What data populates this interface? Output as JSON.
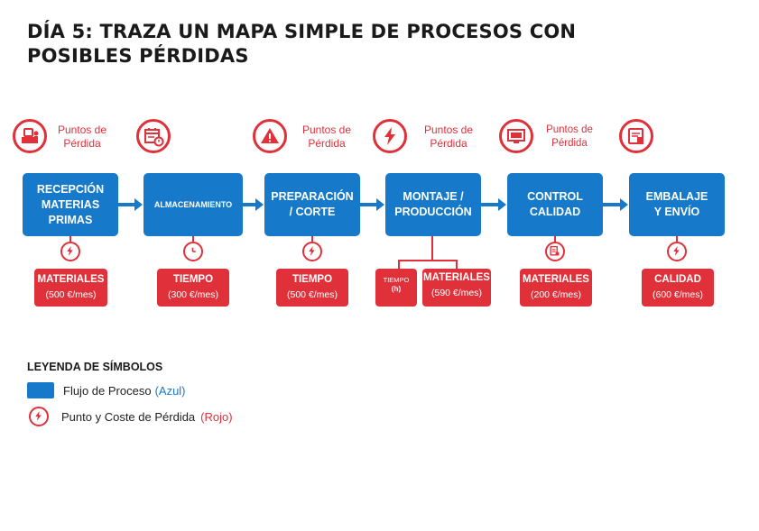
{
  "title": {
    "line1": "DÍA 5: TRAZA UN MAPA SIMPLE DE PROCESOS CON",
    "line2": "POSIBLES  PÉRDIDAS"
  },
  "loss_label": {
    "line1": "Puntos de",
    "line2": "Pérdida"
  },
  "top_icons": [
    "worker-at-desk-icon",
    "calendar-clock-icon",
    "warning-icon",
    "lightning-icon",
    "monitor-icon",
    "clipboard-icon"
  ],
  "steps": [
    {
      "label_lines": [
        "RECEPCIÓN",
        "MATERIAS",
        "PRIMAS"
      ]
    },
    {
      "label_lines": [
        "ALMACENAMIENTO"
      ]
    },
    {
      "label_lines": [
        "PREPARACIÓN",
        "/ CORTE"
      ]
    },
    {
      "label_lines": [
        "MONTAJE /",
        "PRODUCCIÓN"
      ]
    },
    {
      "label_lines": [
        "CONTROL",
        "CALIDAD"
      ]
    },
    {
      "label_lines": [
        "EMBALAJE",
        "Y ENVÍO"
      ]
    }
  ],
  "loss_points": [
    {
      "icon": "lightning-icon",
      "costs": [
        {
          "label": "MATERIALES",
          "value": "(500 €/mes)"
        }
      ]
    },
    {
      "icon": "clock-icon",
      "costs": [
        {
          "label": "TIEMPO",
          "value": "(300 €/mes)"
        }
      ]
    },
    {
      "icon": "lightning-icon",
      "costs": [
        {
          "label": "TIEMPO",
          "value": "(500 €/mes)"
        }
      ]
    },
    {
      "icon": "none",
      "costs": [
        {
          "label": "TIEMPO",
          "value": "(h)"
        },
        {
          "label": "MATERIALES",
          "value": "(590 €/mes)"
        }
      ]
    },
    {
      "icon": "document-icon",
      "costs": [
        {
          "label": "MATERIALES",
          "value": "(200 €/mes)"
        }
      ]
    },
    {
      "icon": "lightning-icon",
      "costs": [
        {
          "label": "CALIDAD",
          "value": "(600 €/mes)"
        }
      ]
    }
  ],
  "legend": {
    "title": "LEYENDA DE SÍMBOLOS",
    "process_text": "Flujo de Proceso",
    "process_color": "(Azul)",
    "loss_text": "Punto y Coste de Pérdida",
    "loss_color": "(Rojo)"
  },
  "colors": {
    "process_blue": "#1679c9",
    "loss_red": "#e0313a"
  }
}
